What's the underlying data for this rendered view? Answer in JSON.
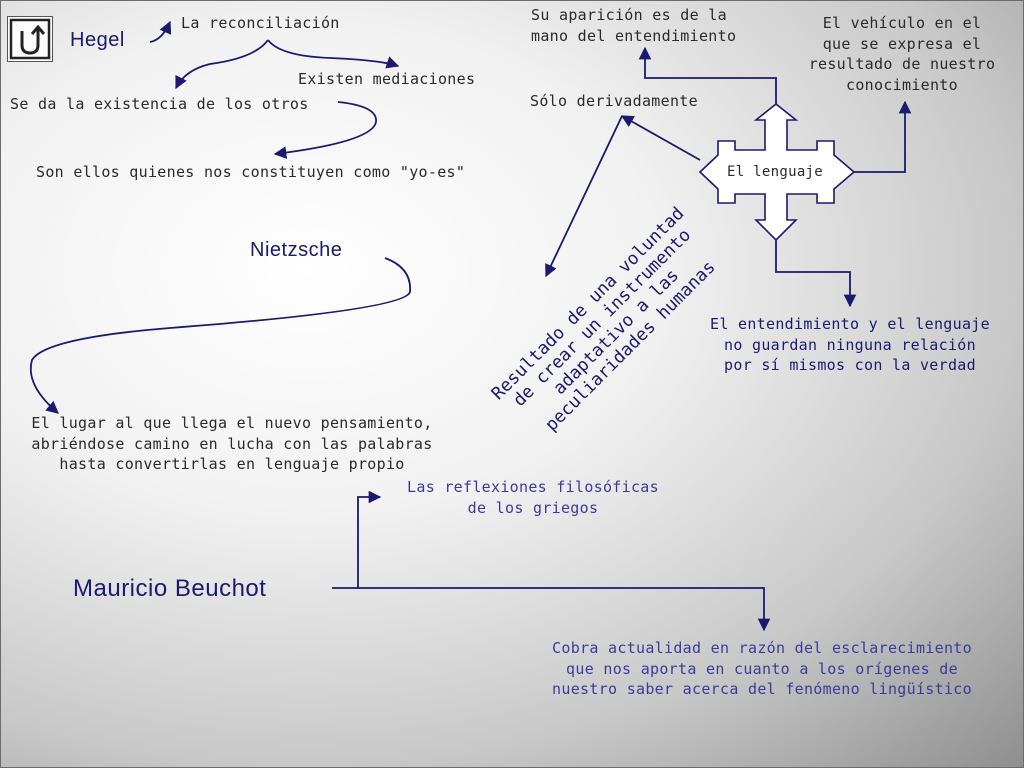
{
  "hegel": {
    "name": "Hegel",
    "reconciliacion": "La reconciliación",
    "mediaciones": "Existen mediaciones",
    "otros": "Se da la existencia de los otros",
    "constituyen": "Son ellos quienes nos constituyen como \"yo-es\""
  },
  "nietzsche": {
    "name": "Nietzsche",
    "lugar": [
      "El lugar al que llega el nuevo pensamiento,",
      "abriéndose camino en lucha con las palabras",
      "hasta convertirlas en lenguaje propio"
    ]
  },
  "lenguaje": {
    "center": "El lenguaje",
    "aparicion": [
      "Su aparición es de la",
      "mano del entendimiento"
    ],
    "vehiculo": [
      "El vehículo en el",
      "que se expresa el",
      "resultado de nuestro",
      "conocimiento"
    ],
    "derivadamente": "Sólo derivadamente",
    "resultado": [
      "Resultado de una voluntad",
      "de crear un instrumento",
      "adaptativo a las",
      "peculiaridades humanas"
    ],
    "entendimiento": [
      "El entendimiento y el lenguaje",
      "no guardan ninguna relación",
      "por sí mismos con la verdad"
    ]
  },
  "beuchot": {
    "name": "Mauricio Beuchot",
    "reflexiones": [
      "Las reflexiones filosóficas",
      "de los griegos"
    ],
    "actualidad": [
      "Cobra actualidad en razón del esclarecimiento",
      "que nos aporta en cuanto a los orígenes de",
      "nuestro saber acerca del fenómeno lingüístico"
    ]
  },
  "icons": {
    "return": "u-turn-return-icon"
  },
  "colors": {
    "navy": "#1a1a6e",
    "dark": "#2a2a2a",
    "light": "#3b3b9a"
  }
}
